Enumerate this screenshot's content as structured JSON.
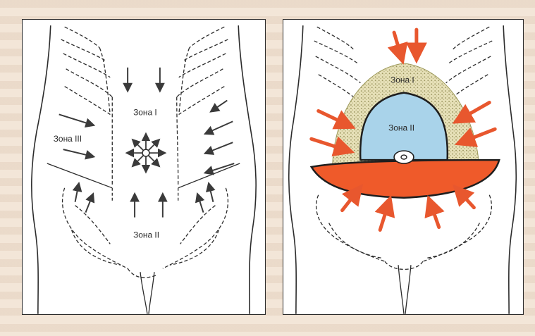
{
  "left_panel": {
    "zone1_label": "Зона I",
    "zone2_label": "Зона II",
    "zone3_label": "Зона III"
  },
  "right_panel": {
    "zone1_label": "Зона I",
    "zone2_label": "Зона II"
  },
  "colors": {
    "background": "#f3e6d8",
    "panel": "#ffffff",
    "line": "#2b2b2b",
    "arrow_red": "#e8572e",
    "zone2_blue": "#a9d3ea",
    "zone1_stipple": "#b9b27a",
    "belly_orange": "#ef5a2a"
  },
  "icons": [
    "radial-arrows-icon",
    "navel-icon"
  ]
}
